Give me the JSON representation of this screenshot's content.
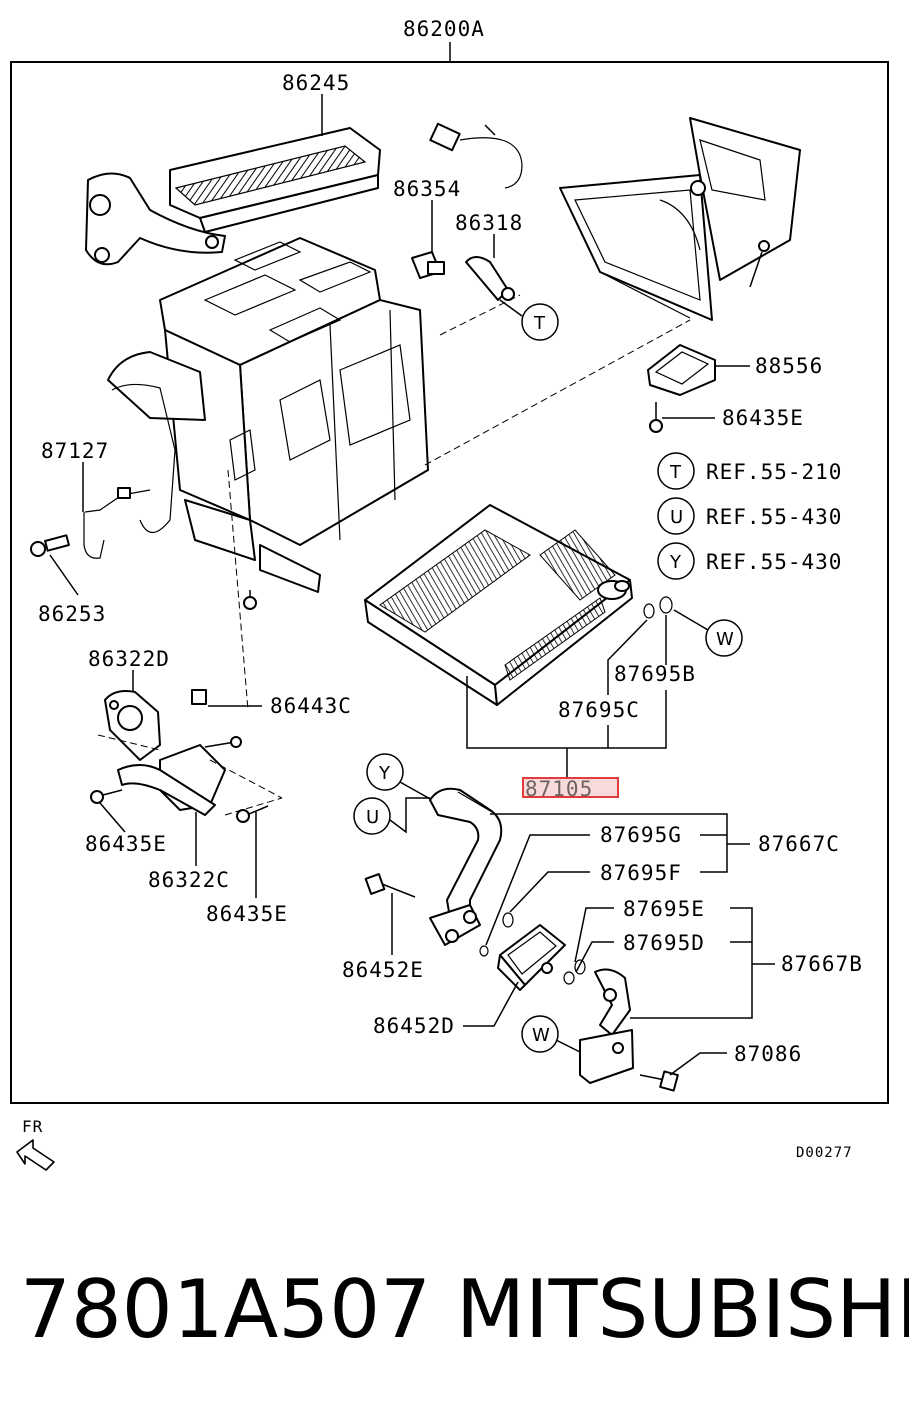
{
  "assembly_label": "86200A",
  "callouts": [
    {
      "id": "c86245",
      "text": "86245"
    },
    {
      "id": "c86354",
      "text": "86354"
    },
    {
      "id": "c86318",
      "text": "86318"
    },
    {
      "id": "c88556",
      "text": "88556"
    },
    {
      "id": "c86435E_top",
      "text": "86435E"
    },
    {
      "id": "c87127",
      "text": "87127"
    },
    {
      "id": "c86253",
      "text": "86253"
    },
    {
      "id": "c86322D",
      "text": "86322D"
    },
    {
      "id": "c86443C",
      "text": "86443C"
    },
    {
      "id": "c87695B",
      "text": "87695B"
    },
    {
      "id": "c87695C",
      "text": "87695C"
    },
    {
      "id": "c87105",
      "text": "87105"
    },
    {
      "id": "c87695G",
      "text": "87695G"
    },
    {
      "id": "c87667C",
      "text": "87667C"
    },
    {
      "id": "c87695F",
      "text": "87695F"
    },
    {
      "id": "c86435E_left",
      "text": "86435E"
    },
    {
      "id": "c86322C",
      "text": "86322C"
    },
    {
      "id": "c86435E_bottom",
      "text": "86435E"
    },
    {
      "id": "c86452E",
      "text": "86452E"
    },
    {
      "id": "c87695E",
      "text": "87695E"
    },
    {
      "id": "c87695D",
      "text": "87695D"
    },
    {
      "id": "c87667B",
      "text": "87667B"
    },
    {
      "id": "c87086",
      "text": "87086"
    },
    {
      "id": "c86452D",
      "text": "86452D"
    }
  ],
  "references": [
    {
      "letter": "T",
      "text": "REF.55-210"
    },
    {
      "letter": "U",
      "text": "REF.55-430"
    },
    {
      "letter": "Y",
      "text": "REF.55-430"
    }
  ],
  "markers": {
    "T": "T",
    "U": "U",
    "Y": "Y",
    "W": "W"
  },
  "highlighted_part": "87105",
  "direction_label": "FR",
  "diagram_code": "D00277",
  "footer": {
    "part_number": "7801A507",
    "brand": "MITSUBISHI"
  },
  "colors": {
    "highlight": "#e23b3b",
    "line": "#000000"
  }
}
